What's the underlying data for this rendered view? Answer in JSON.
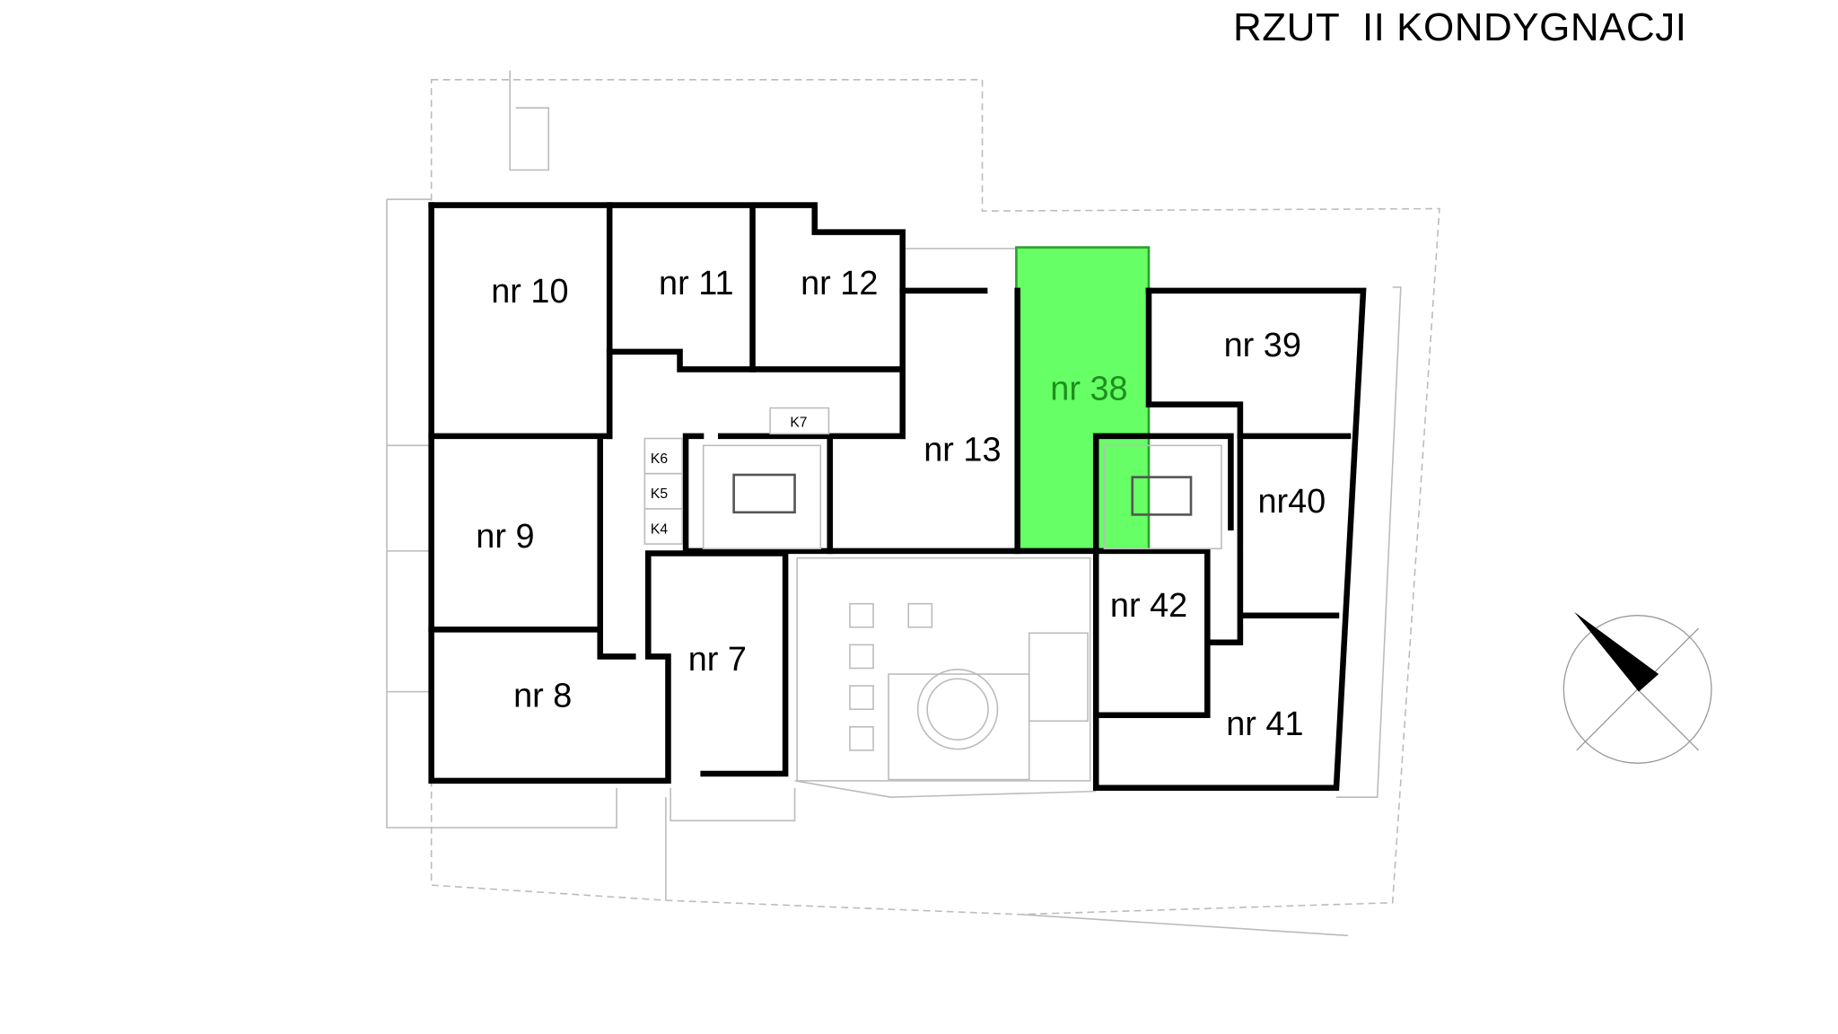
{
  "title": "RZUT  II KONDYGNACJI",
  "highlight_color": "#66ff66",
  "highlighted_unit": "nr 38",
  "units": {
    "nr10": "nr 10",
    "nr11": "nr 11",
    "nr12": "nr 12",
    "nr13": "nr 13",
    "nr9": "nr 9",
    "nr8": "nr 8",
    "nr7": "nr 7",
    "nr38": "nr 38",
    "nr39": "nr 39",
    "nr40": "nr40",
    "nr41": "nr 41",
    "nr42": "nr 42"
  },
  "storage": {
    "k4": "K4",
    "k5": "K5",
    "k6": "K6",
    "k7": "K7"
  },
  "icons": {
    "compass": "north-arrow-icon"
  }
}
